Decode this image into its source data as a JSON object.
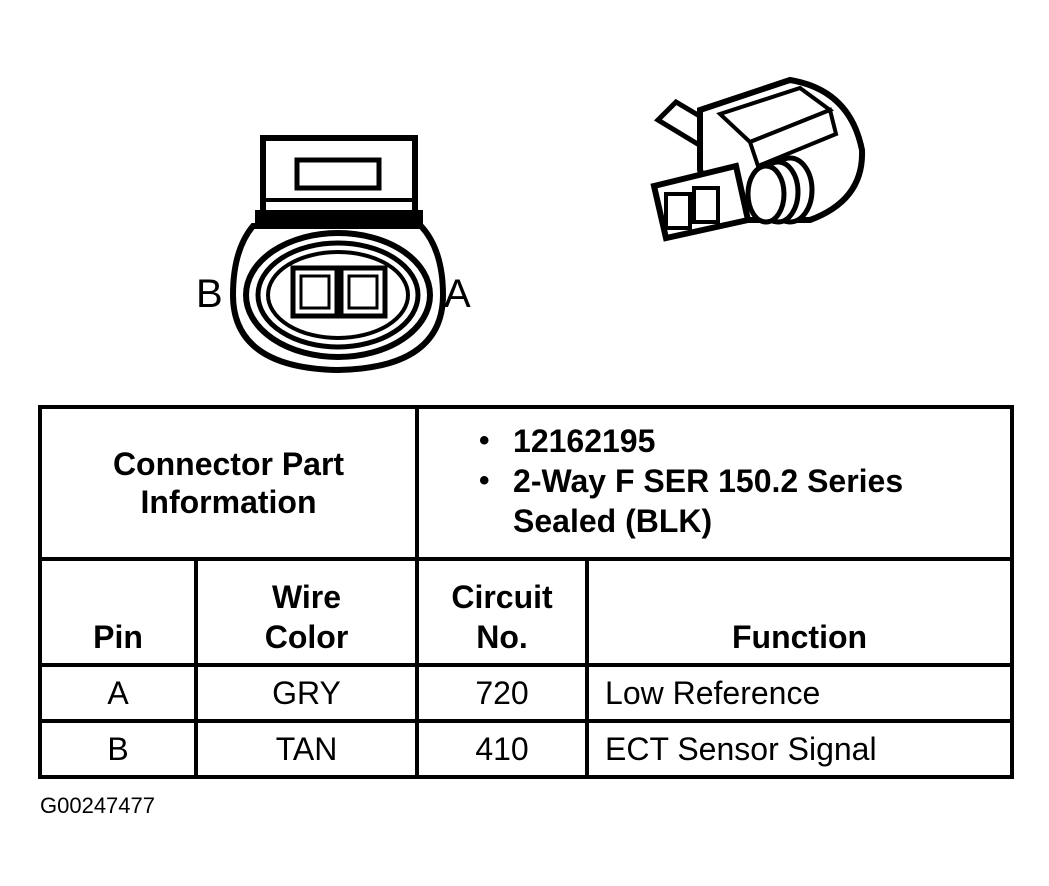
{
  "diagram": {
    "pin_labels": {
      "left": "B",
      "right": "A"
    },
    "icons": [
      "connector-face-icon",
      "connector-perspective-icon"
    ]
  },
  "connector_info": {
    "title_line1": "Connector Part",
    "title_line2": "Information",
    "items": [
      {
        "line1": "12162195",
        "line2": ""
      },
      {
        "line1": "2-Way F SER 150.2 Series",
        "line2": "Sealed (BLK)"
      }
    ]
  },
  "columns": {
    "pin": "Pin",
    "wire_color_line1": "Wire",
    "wire_color_line2": "Color",
    "circuit_line1": "Circuit",
    "circuit_line2": "No.",
    "function": "Function"
  },
  "rows": [
    {
      "pin": "A",
      "wire_color": "GRY",
      "circuit": "720",
      "function": "Low Reference"
    },
    {
      "pin": "B",
      "wire_color": "TAN",
      "circuit": "410",
      "function": "ECT Sensor Signal"
    }
  ],
  "figure_code": "G00247477"
}
